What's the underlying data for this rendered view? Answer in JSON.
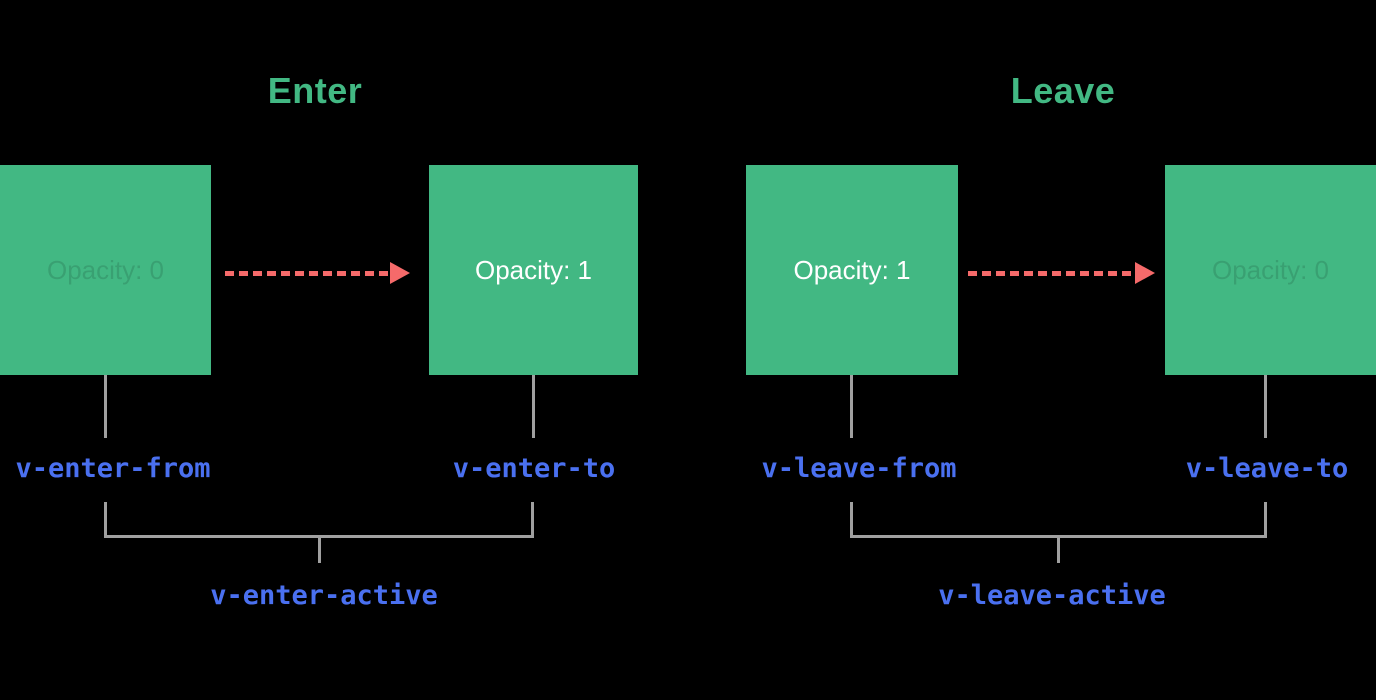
{
  "colors": {
    "background": "#000000",
    "green": "#42b883",
    "blue": "#4a70f0",
    "gray": "#a0a0a0",
    "red": "#f56a6a",
    "white": "#ffffff"
  },
  "enter": {
    "title": "Enter",
    "from_box_text": "Opacity: 0",
    "to_box_text": "Opacity: 1",
    "from_label": "v-enter-from",
    "to_label": "v-enter-to",
    "active_label": "v-enter-active"
  },
  "leave": {
    "title": "Leave",
    "from_box_text": "Opacity: 1",
    "to_box_text": "Opacity: 0",
    "from_label": "v-leave-from",
    "to_label": "v-leave-to",
    "active_label": "v-leave-active"
  }
}
